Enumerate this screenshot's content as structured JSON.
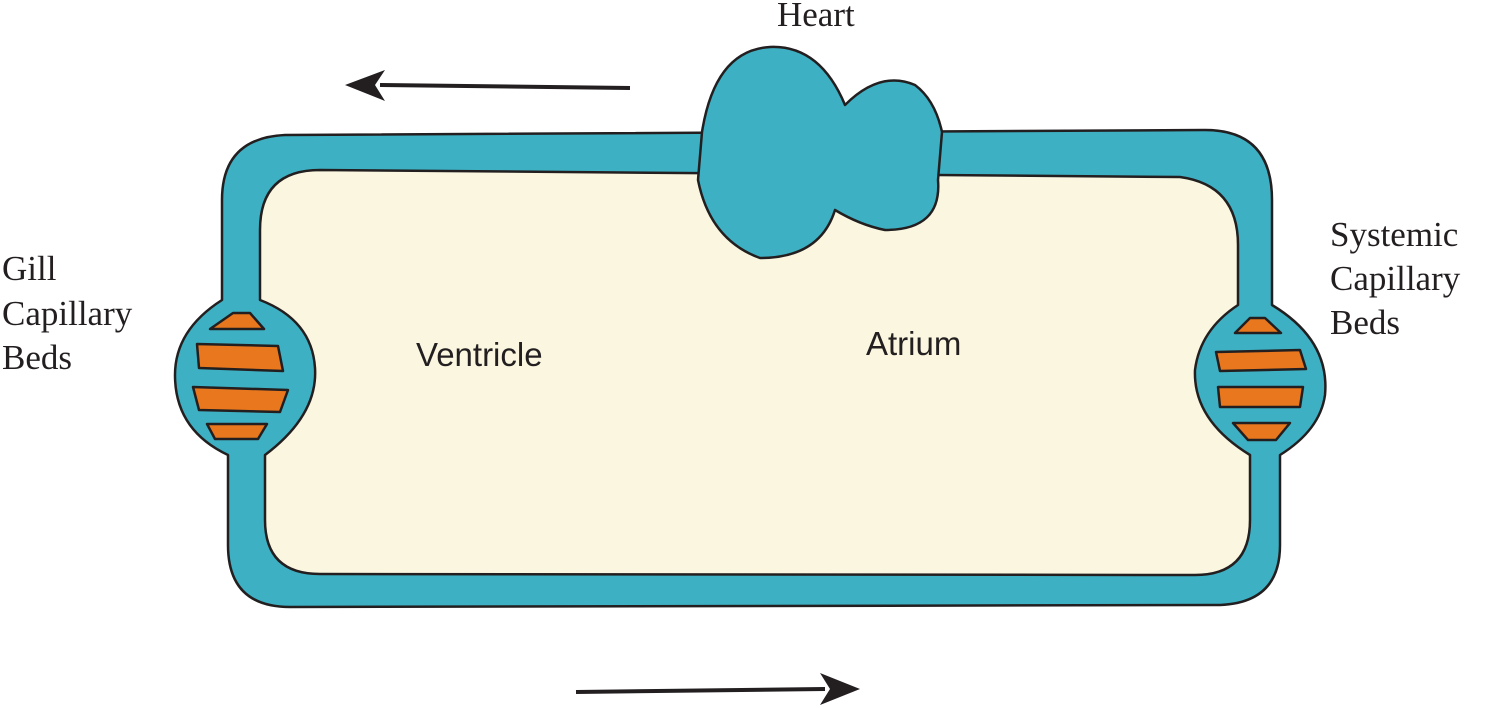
{
  "labels": {
    "heart": "Heart",
    "ventricle": "Ventricle",
    "atrium": "Atrium",
    "gill_beds": [
      "Gill",
      "Capillary",
      "Beds"
    ],
    "systemic_beds": [
      "Systemic",
      "Capillary",
      "Beds"
    ]
  },
  "colors": {
    "vessel": "#3db1c3",
    "interior": "#faf6df",
    "capillary": "#e8771d",
    "outline": "#231f20",
    "arrow": "#231f20"
  },
  "flow_arrows": {
    "top": "left",
    "bottom": "right"
  }
}
